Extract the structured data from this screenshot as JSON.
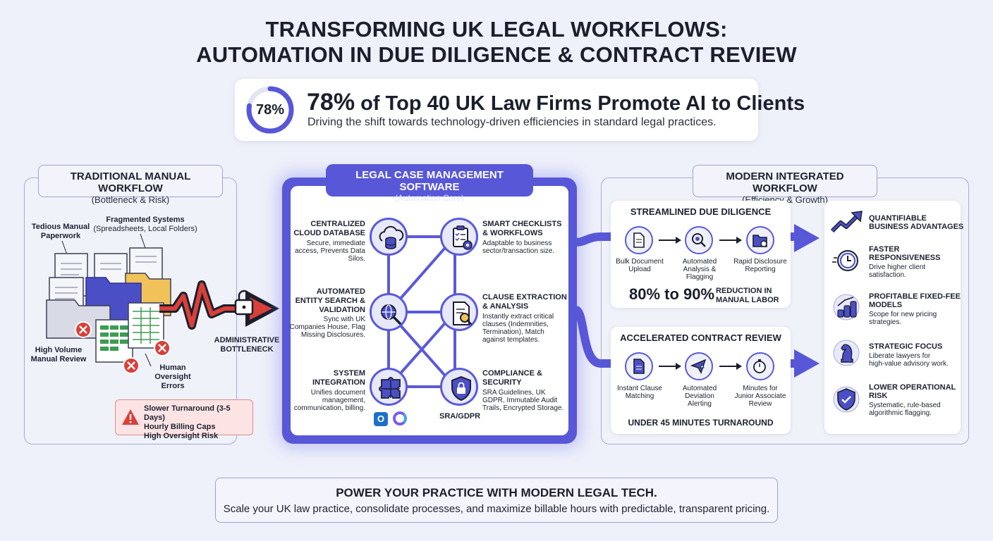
{
  "title": {
    "line1": "TRANSFORMING UK LEGAL WORKFLOWS:",
    "line2": "AUTOMATION IN DUE DILIGENCE & CONTRACT REVIEW"
  },
  "stat": {
    "percent_label": "78%",
    "percent_value": 78,
    "headline_big": "78%",
    "headline_rest": " of Top 40 UK Law Firms Promote AI to Clients",
    "subline": "Driving the shift towards technology-driven efficiencies in standard legal practices."
  },
  "traditional": {
    "title": "TRADITIONAL MANUAL WORKFLOW",
    "subtitle": "(Bottleneck & Risk)",
    "label_paperwork_1": "Tedious Manual",
    "label_paperwork_2": "Paperwork",
    "label_fragmented_1": "Fragmented Systems",
    "label_fragmented_2": "(Spreadsheets, Local Folders)",
    "label_volume_1": "High Volume",
    "label_volume_2": "Manual Review",
    "label_human_1": "Human",
    "label_human_2": "Oversight",
    "label_human_3": "Errors",
    "bottleneck_1": "ADMINISTRATIVE",
    "bottleneck_2": "BOTTLENECK",
    "risks": [
      "Slower Turnaround (3-5 Days)",
      "Hourly Billing Caps",
      "High Oversight Risk"
    ]
  },
  "core": {
    "title": "LEGAL CASE MANAGEMENT SOFTWARE",
    "subtitle": "(Automation Core)",
    "features": [
      {
        "title_1": "CENTRALIZED",
        "title_2": "CLOUD DATABASE",
        "desc_1": "Secure, immediate",
        "desc_2": "access, Prevents Data",
        "desc_3": "Silos."
      },
      {
        "title_1": "AUTOMATED",
        "title_2": "ENTITY SEARCH &",
        "title_3": "VALIDATION",
        "desc_1": "Sync with UK",
        "desc_2": "Companies House, Flag",
        "desc_3": "Missing Disclosures."
      },
      {
        "title_1": "SYSTEM",
        "title_2": "INTEGRATION",
        "desc_1": "Unifies document",
        "desc_2": "management,",
        "desc_3": "communication, billing."
      },
      {
        "title_1": "SMART CHECKLISTS",
        "title_2": "& WORKFLOWS",
        "desc_1": "Adaptable to business",
        "desc_2": "sector/transaction size."
      },
      {
        "title_1": "CLAUSE EXTRACTION",
        "title_2": "& ANALYSIS",
        "desc_1": "Instantly extract critical",
        "desc_2": "clauses (Indemnities,",
        "desc_3": "Termination), Match",
        "desc_4": "against templates."
      },
      {
        "title_1": "COMPLIANCE &",
        "title_2": "SECURITY",
        "desc_1": "SRA Guidelines, UK",
        "desc_2": "GDPR, Immutable Audit",
        "desc_3": "Trails, Encrypted Storage."
      }
    ],
    "sra_label": "SRA/GDPR"
  },
  "modern": {
    "title": "MODERN INTEGRATED WORKFLOW",
    "subtitle": "(Efficiency & Growth)",
    "dd": {
      "title": "STREAMLINED DUE DILIGENCE",
      "steps": [
        {
          "l1": "Bulk Document",
          "l2": "Upload"
        },
        {
          "l1": "Automated",
          "l2": "Analysis &",
          "l3": "Flagging"
        },
        {
          "l1": "Rapid Disclosure",
          "l2": "Reporting"
        }
      ],
      "metric": "80% to 90%",
      "metric_label_1": "REDUCTION IN",
      "metric_label_2": "MANUAL LABOR"
    },
    "cr": {
      "title": "ACCELERATED CONTRACT REVIEW",
      "steps": [
        {
          "l1": "Instant Clause",
          "l2": "Matching"
        },
        {
          "l1": "Automated",
          "l2": "Deviation",
          "l3": "Alerting"
        },
        {
          "l1": "Minutes for",
          "l2": "Junior Associate",
          "l3": "Review"
        }
      ],
      "footer": "UNDER 45 MINUTES TURNAROUND"
    }
  },
  "advantages": [
    {
      "t1": "QUANTIFIABLE",
      "t2": "BUSINESS ADVANTAGES",
      "icon": "trend-up-icon"
    },
    {
      "t1": "FASTER",
      "t2": "RESPONSIVENESS",
      "d1": "Drive higher client",
      "d2": "satisfaction.",
      "icon": "clock-icon"
    },
    {
      "t1": "PROFITABLE FIXED-FEE",
      "t2": "MODELS",
      "d1": "Scope for new pricing",
      "d2": "strategies.",
      "icon": "coins-chart-icon"
    },
    {
      "t1": "STRATEGIC FOCUS",
      "d1": "Liberate lawyers for",
      "d2": "high-value advisory work.",
      "icon": "chess-knight-icon"
    },
    {
      "t1": "LOWER OPERATIONAL",
      "t2": "RISK",
      "d1": "Systematic, rule-based",
      "d2": "algorithmic flagging.",
      "icon": "shield-check-icon"
    }
  ],
  "footer": {
    "title": "POWER YOUR PRACTICE WITH MODERN LEGAL TECH.",
    "subtitle": "Scale your UK law practice, consolidate processes, and maximize billable hours with predictable, transparent pricing."
  },
  "colors": {
    "accent": "#5757d8",
    "background": "#eef0fa",
    "danger": "#d9403a",
    "folder_yellow": "#f2c25a",
    "spreadsheet_green": "#3c9c52"
  }
}
